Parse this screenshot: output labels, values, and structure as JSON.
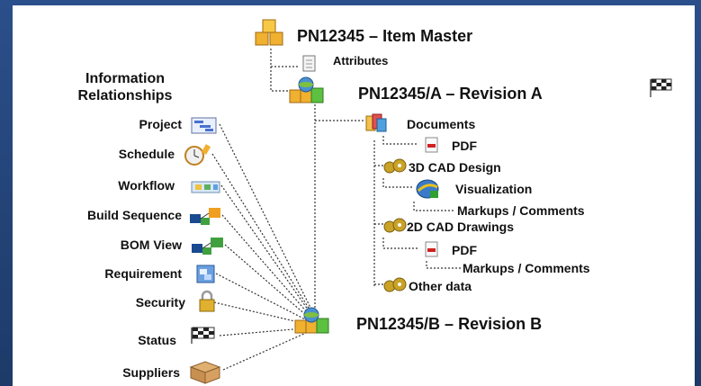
{
  "diagram": {
    "item_master": "PN12345 – Item Master",
    "attributes": "Attributes",
    "revision_a": "PN12345/A – Revision A",
    "documents": "Documents",
    "pdf": "PDF",
    "cad_3d": "3D CAD Design",
    "visualization": "Visualization",
    "markups_1": "Markups / Comments",
    "cad_2d": "2D CAD Drawings",
    "pdf_2": "PDF",
    "markups_2": "Markups / Comments",
    "other_data": "Other data",
    "revision_b": "PN12345/B – Revision B"
  },
  "relationships": {
    "heading_line1": "Information",
    "heading_line2": "Relationships",
    "items": [
      "Project",
      "Schedule",
      "Workflow",
      "Build Sequence",
      "BOM View",
      "Requirement",
      "Security",
      "Status",
      "Suppliers"
    ]
  },
  "icons": {
    "item": "stacked-cubes-icon",
    "attributes": "document-icon",
    "documents": "colored-documents-icon",
    "pdf": "pdf-icon",
    "cad": "gear-cluster-icon",
    "visualization": "3d-globe-icon",
    "project": "gantt-icon",
    "schedule": "stopwatch-icon",
    "workflow": "flow-icon",
    "build_sequence": "sequence-blocks-icon",
    "bom_view": "bom-blocks-icon",
    "requirement": "requirement-icon",
    "security": "padlock-icon",
    "status": "checkered-flag-icon",
    "suppliers": "cardboard-box-icon"
  }
}
